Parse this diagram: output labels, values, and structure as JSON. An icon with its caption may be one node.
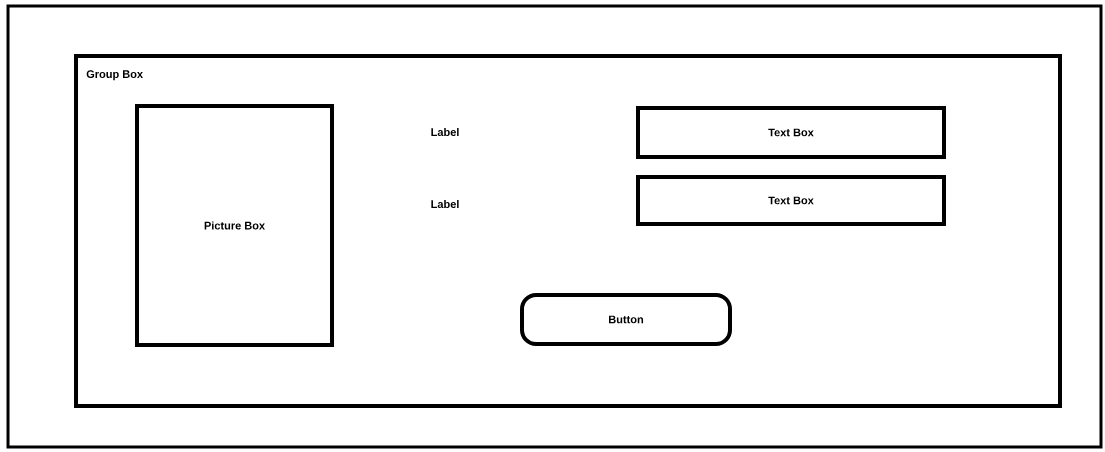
{
  "diagram": {
    "nodes": [
      {
        "text": [],
        "shape": "box"
      },
      {
        "text": [
          "Group Box"
        ],
        "in": 0
      },
      {
        "text": [
          "Picture Box"
        ],
        "in": 1
      },
      {
        "text": [
          "Text Box"
        ],
        "in": 1
      },
      {
        "text": [
          "Text Box"
        ],
        "in": 1
      },
      {
        "text": [
          "Button"
        ],
        "in": 1
      }
    ],
    "labels": [
      "Label",
      "Label"
    ]
  }
}
